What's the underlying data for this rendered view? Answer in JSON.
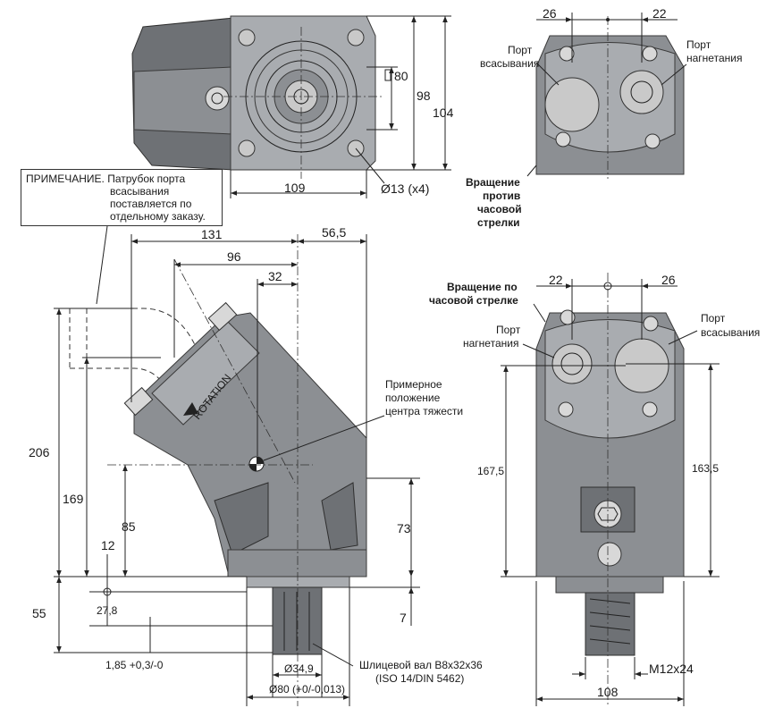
{
  "note": {
    "prefix": "ПРИМЕЧАНИЕ.",
    "line1": "Патрубок порта",
    "line2": "всасывания",
    "line3": "поставляется по",
    "line4": "отдельному заказу."
  },
  "top_view": {
    "dim_80": "80",
    "dim_98": "98",
    "dim_104": "104",
    "dim_109": "109",
    "dim_holes": "Ø13 (x4)"
  },
  "side_view": {
    "dim_131": "131",
    "dim_56_5": "56,5",
    "dim_96": "96",
    "dim_32": "32",
    "dim_206": "206",
    "dim_169": "169",
    "dim_85": "85",
    "dim_12": "12",
    "dim_27_8": "27,8",
    "dim_55": "55",
    "dim_1_85": "1,85 +0,3/-0",
    "dim_73": "73",
    "dim_7": "7",
    "dim_shaft": "Ø34,9",
    "dim_pilot": "Ø80 (+0/-0,013)",
    "shaft_label_1": "Шлицевой вал B8x32x36",
    "shaft_label_2": "(ISO 14/DIN 5462)",
    "cog_label_1": "Примерное",
    "cog_label_2": "положение",
    "cog_label_3": "центра тяжести",
    "rotation_text": "ROTATION"
  },
  "ccw_view": {
    "dim_left": "26",
    "dim_right": "22",
    "port_suction_1": "Порт",
    "port_suction_2": "всасывания",
    "port_pressure_1": "Порт",
    "port_pressure_2": "нагнетания",
    "rotation_1": "Вращение",
    "rotation_2": "против",
    "rotation_3": "часовой",
    "rotation_4": "стрелки"
  },
  "cw_view": {
    "rotation_1": "Вращение по",
    "rotation_2": "часовой стрелке",
    "dim_left": "22",
    "dim_right": "26",
    "port_pressure_1": "Порт",
    "port_pressure_2": "нагнетания",
    "port_suction_1": "Порт",
    "port_suction_2": "всасывания",
    "dim_167_5": "167,5",
    "dim_163_5": "163,5",
    "dim_thread": "M12x24",
    "dim_108": "108"
  }
}
